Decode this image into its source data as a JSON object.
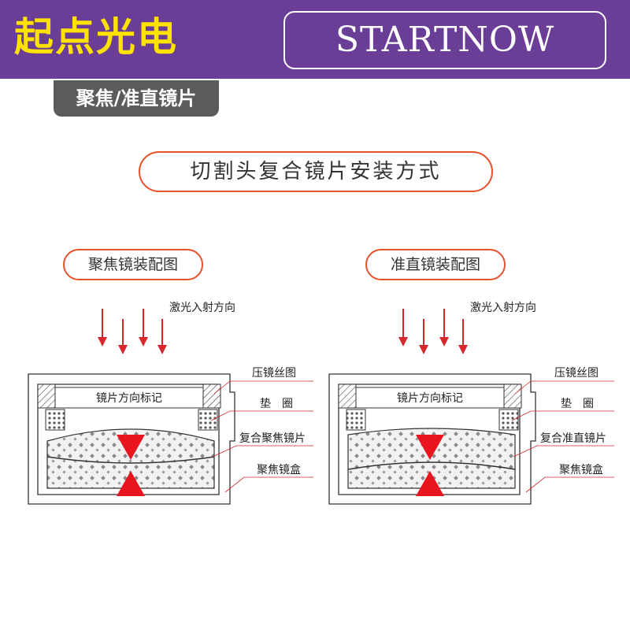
{
  "header": {
    "brand_cn": "起点光电",
    "brand_logo": "STARTNOW",
    "bg_color": "#6a3d97",
    "brand_color": "#ffe200"
  },
  "category_tag": "聚焦/准直镜片",
  "main_title": "切割头复合镜片安装方式",
  "panels": [
    {
      "title": "聚焦镜装配图",
      "laser_label": "激光入射方向",
      "lens_mark_label": "镜片方向标记",
      "callouts": [
        "压镜丝图",
        "垫　圈",
        "复合聚焦镜片",
        "聚焦镜盒"
      ]
    },
    {
      "title": "准直镜装配图",
      "laser_label": "激光入射方向",
      "lens_mark_label": "镜片方向标记",
      "callouts": [
        "压镜丝图",
        "垫　圈",
        "复合准直镜片",
        "聚焦镜盒"
      ]
    }
  ],
  "colors": {
    "accent": "#e8502c",
    "arrow": "#d9262b",
    "marker": "#e8141e",
    "tag_bg": "#5b5b5b"
  }
}
